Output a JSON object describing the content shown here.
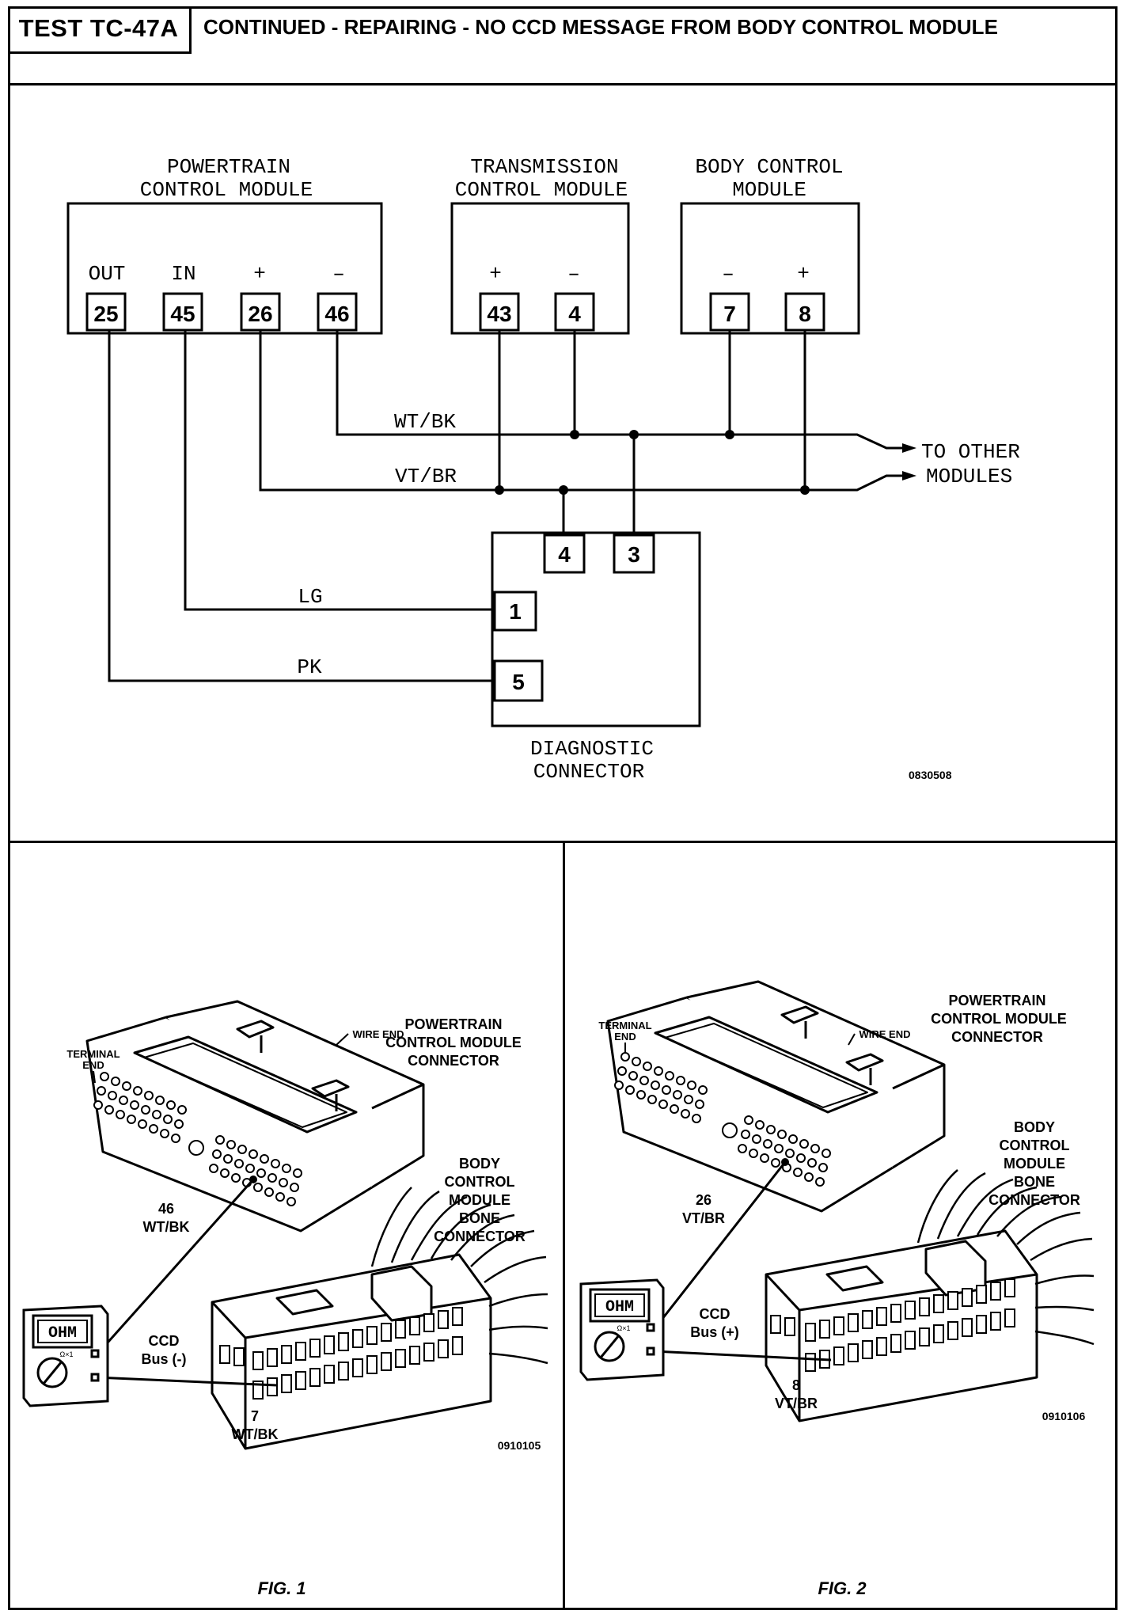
{
  "header": {
    "test_id": "TEST TC-47A",
    "title": "CONTINUED - REPAIRING - NO CCD MESSAGE FROM BODY CONTROL MODULE"
  },
  "schematic": {
    "pcm": {
      "title_line1": "POWERTRAIN",
      "title_line2": "CONTROL MODULE",
      "pins": [
        {
          "label": "OUT",
          "number": "25"
        },
        {
          "label": "IN",
          "number": "45"
        },
        {
          "label": "+",
          "number": "26"
        },
        {
          "label": "–",
          "number": "46"
        }
      ]
    },
    "tcm": {
      "title_line1": "TRANSMISSION",
      "title_line2": "CONTROL MODULE",
      "pins": [
        {
          "label": "+",
          "number": "43"
        },
        {
          "label": "–",
          "number": "4"
        }
      ]
    },
    "bcm": {
      "title_line1": "BODY CONTROL",
      "title_line2": "MODULE",
      "pins": [
        {
          "label": "–",
          "number": "7"
        },
        {
          "label": "+",
          "number": "8"
        }
      ]
    },
    "diag": {
      "title_line1": "DIAGNOSTIC",
      "title_line2": "CONNECTOR",
      "pins": [
        "4",
        "3",
        "1",
        "5"
      ]
    },
    "wires": {
      "wt_bk": "WT/BK",
      "vt_br": "VT/BR",
      "lg": "LG",
      "pk": "PK"
    },
    "to_other_line1": "TO OTHER",
    "to_other_line2": "MODULES",
    "ref_code": "0830508"
  },
  "fig1": {
    "caption": "FIG. 1",
    "terminal_end_line1": "TERMINAL",
    "terminal_end_line2": "END",
    "wire_end": "WIRE END",
    "pcm_conn_line1": "POWERTRAIN",
    "pcm_conn_line2": "CONTROL MODULE",
    "pcm_conn_line3": "CONNECTOR",
    "bcm_conn_line1": "BODY",
    "bcm_conn_line2": "CONTROL",
    "bcm_conn_line3": "MODULE",
    "bcm_conn_line4": "BONE",
    "bcm_conn_line5": "CONNECTOR",
    "pin_top_number": "46",
    "pin_top_wire": "WT/BK",
    "pin_bottom_number": "7",
    "pin_bottom_wire": "WT/BK",
    "bus_line1": "CCD",
    "bus_line2": "Bus (-)",
    "meter_label": "OHM",
    "meter_range": "Ω×1",
    "ref_code": "0910105"
  },
  "fig2": {
    "caption": "FIG. 2",
    "terminal_end_line1": "TERMINAL",
    "terminal_end_line2": "END",
    "wire_end": "WIRE END",
    "pcm_conn_line1": "POWERTRAIN",
    "pcm_conn_line2": "CONTROL MODULE",
    "pcm_conn_line3": "CONNECTOR",
    "bcm_conn_line1": "BODY",
    "bcm_conn_line2": "CONTROL",
    "bcm_conn_line3": "MODULE",
    "bcm_conn_line4": "BONE",
    "bcm_conn_line5": "CONNECTOR",
    "pin_top_number": "26",
    "pin_top_wire": "VT/BR",
    "pin_bottom_number": "8",
    "pin_bottom_wire": "VT/BR",
    "bus_line1": "CCD",
    "bus_line2": "Bus (+)",
    "meter_label": "OHM",
    "meter_range": "Ω×1",
    "ref_code": "0910106"
  }
}
